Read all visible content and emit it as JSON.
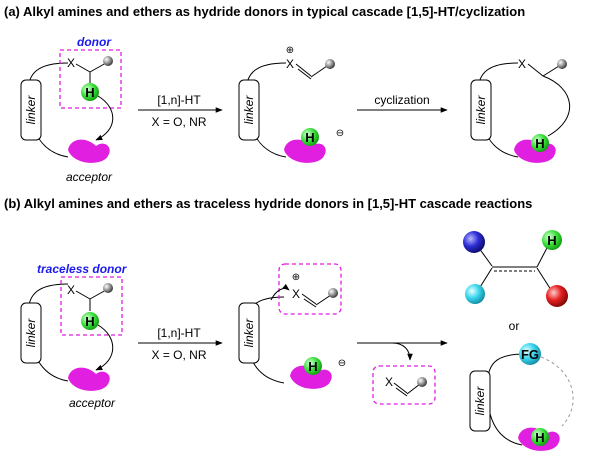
{
  "panel_a": {
    "title": "(a) Alkyl amines and ethers as hydride donors in typical cascade [1,5]-HT/cyclization",
    "donor_label": "donor",
    "acceptor_label": "acceptor",
    "linker_label": "linker",
    "step1_top": "[1,n]-HT",
    "step1_bottom": "X = O, NR",
    "step2_top": "cyclization",
    "atom_x": "X",
    "hydride": "H",
    "plus_sign": "⊕",
    "minus_sign": "⊖"
  },
  "panel_b": {
    "title": "(b) Alkyl amines and ethers as traceless hydride donors in [1,5]-HT cascade reactions",
    "donor_label": "traceless donor",
    "acceptor_label": "acceptor",
    "linker_label": "linker",
    "step1_top": "[1,n]-HT",
    "step1_bottom": "X = O, NR",
    "or_label": "or",
    "fg_label": "FG",
    "atom_x": "X",
    "hydride": "H",
    "plus_sign": "⊕",
    "minus_sign": "⊖"
  },
  "colors": {
    "magenta": "#e11fe1",
    "green": "#3adf3a",
    "cyan": "#3ad7ee",
    "blue": "#2323cc",
    "red": "#e52020",
    "gray": "#888888",
    "donor_text": "#1a1aee"
  }
}
